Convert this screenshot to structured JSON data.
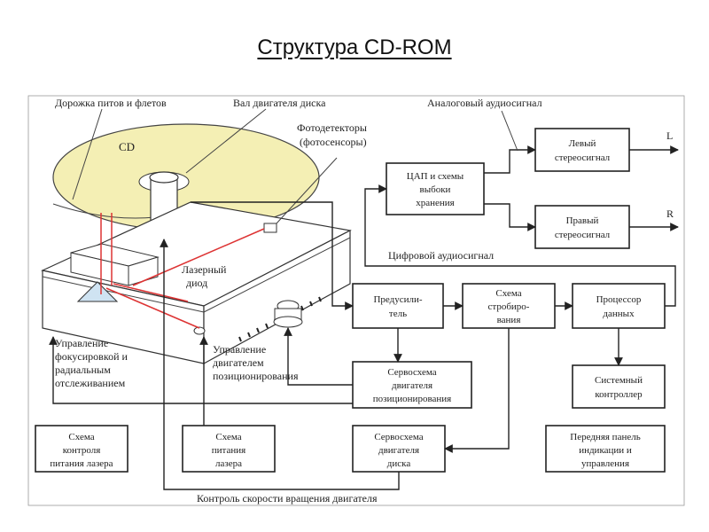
{
  "title": "Структура CD-ROM",
  "disc_label": "CD",
  "labels": {
    "track": "Дорожка питов и флетов",
    "shaft": "Вал двигателя диска",
    "photodetectors_1": "Фотодетекторы",
    "photodetectors_2": "(фотосенсоры)",
    "analog": "Аналоговый аудиосигнал",
    "digital": "Цифровой аудиосигнал",
    "laser_diode_1": "Лазерный",
    "laser_diode_2": "диод",
    "focus_1": "Управление",
    "focus_2": "фокусировкой и",
    "focus_3": "радиальным",
    "focus_4": "отслеживанием",
    "motor_pos_1": "Управление",
    "motor_pos_2": "двигателем",
    "motor_pos_3": "позиционирования",
    "speed": "Контроль скорости вращения двигателя",
    "out_L": "L",
    "out_R": "R"
  },
  "blocks": {
    "dac": [
      "ЦАП и схемы",
      "выбоки",
      "хранения"
    ],
    "left": [
      "Левый",
      "стереосигнал"
    ],
    "right": [
      "Правый",
      "стереосигнал"
    ],
    "preamp": [
      "Предусили-",
      "тель"
    ],
    "strobe": [
      "Схема",
      "стробиро-",
      "вания"
    ],
    "processor": [
      "Процессор",
      "данных"
    ],
    "servo_pos": [
      "Сервосхема",
      "двигателя",
      "позиционирования"
    ],
    "system": [
      "Системный",
      "контроллер"
    ],
    "laser_ctrl": [
      "Схема",
      "контроля",
      "питания лазера"
    ],
    "laser_power": [
      "Схема",
      "питания",
      "лазера"
    ],
    "servo_disk": [
      "Сервосхема",
      "двигателя",
      "диска"
    ],
    "front_panel": [
      "Передняя панель",
      "индикации и",
      "управления"
    ]
  }
}
